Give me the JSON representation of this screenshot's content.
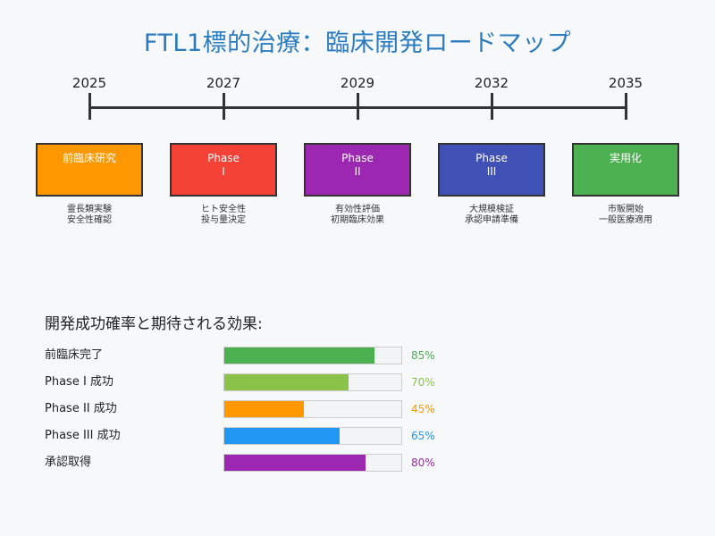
{
  "title": "FTL1標的治療：臨床開発ロードマップ",
  "years": [
    "2025",
    "2027",
    "2029",
    "2032",
    "2035"
  ],
  "phases": [
    {
      "label": [
        "前臨床研究"
      ],
      "color": "#ff9800",
      "desc": [
        "霊長類実験",
        "安全性確認"
      ]
    },
    {
      "label": [
        "Phase",
        "I"
      ],
      "color": "#f44336",
      "desc": [
        "ヒト安全性",
        "投与量決定"
      ]
    },
    {
      "label": [
        "Phase",
        "II"
      ],
      "color": "#9c27b0",
      "desc": [
        "有効性評価",
        "初期臨床効果"
      ]
    },
    {
      "label": [
        "Phase",
        "III"
      ],
      "color": "#3f51b5",
      "desc": [
        "大規模検証",
        "承認申請準備"
      ]
    },
    {
      "label": [
        "実用化"
      ],
      "color": "#4caf50",
      "desc": [
        "市販開始",
        "一般医療適用"
      ]
    }
  ],
  "success_title": "開発成功確率と期待される効果:",
  "success_rates": [
    {
      "label": "前臨床完了",
      "percent": 85,
      "value_text": "85%",
      "color": "#4caf50"
    },
    {
      "label": "Phase I 成功",
      "percent": 70,
      "value_text": "70%",
      "color": "#8bc34a"
    },
    {
      "label": "Phase II 成功",
      "percent": 45,
      "value_text": "45%",
      "color": "#ff9800"
    },
    {
      "label": "Phase III 成功",
      "percent": 65,
      "value_text": "65%",
      "color": "#2196f3"
    },
    {
      "label": "承認取得",
      "percent": 80,
      "value_text": "80%",
      "color": "#9c27b0"
    }
  ]
}
